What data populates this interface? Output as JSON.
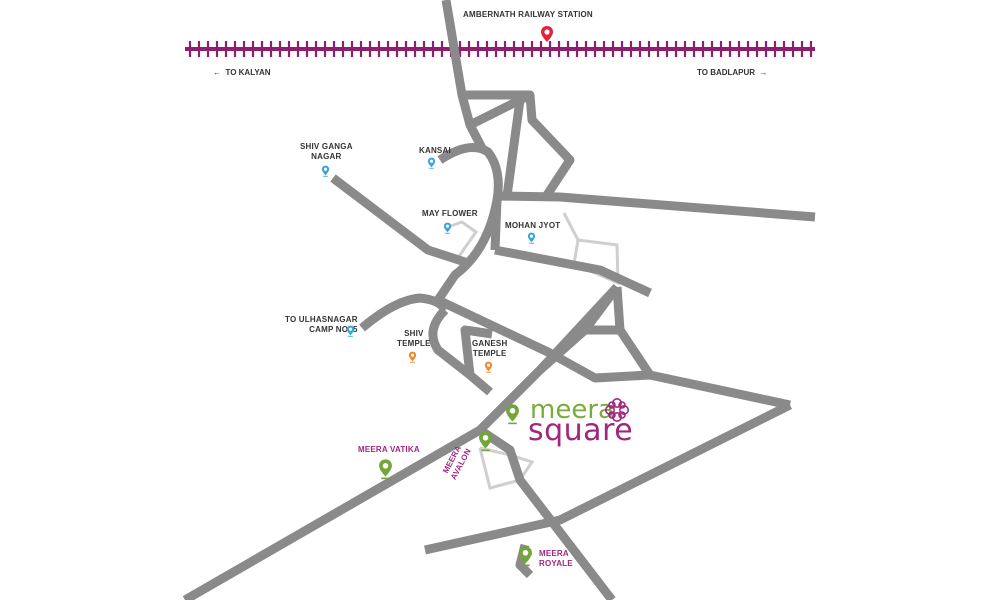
{
  "map": {
    "station": {
      "label": "AMBERNATH RAILWAY STATION",
      "pin_color": "#e0243a"
    },
    "railway": {
      "left_direction": "TO KALYAN",
      "right_direction": "TO BADLAPUR",
      "color": "#8e1f6e"
    },
    "landmarks": {
      "shiv_ganga": "SHIV GANGA\nNAGAR",
      "kansai": "KANSAI",
      "may_flower": "MAY FLOWER",
      "mohan_jyot": "MOHAN JYOT",
      "ulhasnagar": "TO ULHASNAGAR\nCAMP NO. 5",
      "shiv_temple": "SHIV\nTEMPLE",
      "ganesh_temple": "GANESH\nTEMPLE"
    },
    "projects": {
      "meera_vatika": "MEERA VATIKA",
      "meera_avalon": "MEERA\nAVALON",
      "meera_royale": "MEERA\nROYALE"
    },
    "logo": {
      "line1": "meera",
      "line2": "square"
    },
    "colors": {
      "road": "#8a8a8a",
      "minor_road": "#cfcfcf",
      "landmark_pin": "#3aa6d8",
      "temple_pin": "#ef8a2a",
      "project_pin": "#73a53a",
      "label_magenta": "#a1267e"
    }
  }
}
